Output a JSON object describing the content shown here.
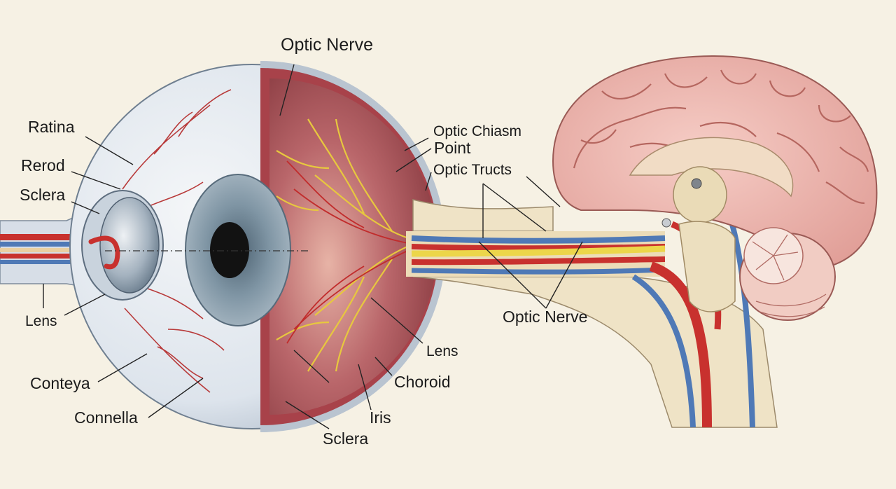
{
  "colors": {
    "background": "#f6f1e4",
    "sclera": "#dfe6ee",
    "vessel_red": "#c8312e",
    "nerve_yellow": "#ecd64a",
    "nerve_blue": "#4f79b6",
    "brain_pink": "#efb5ae",
    "eye_interior": "#9e4a4f"
  },
  "labels": {
    "optic_nerve_top": "Optic Nerve",
    "ratina": "Ratina",
    "rerod": "Rerod",
    "sclera_left": "Sclera",
    "lens_left": "Lens",
    "conteya": "Conteya",
    "connella": "Connella",
    "optic_chiasm": "Optic Chiasm",
    "point": "Point",
    "optic_tructs": "Optic Tructs",
    "optic_nerve_right": "Optic Nerve",
    "lens_right": "Lens",
    "choroid": "Choroid",
    "iris": "Iris",
    "sclera_bottom": "Sclera"
  }
}
